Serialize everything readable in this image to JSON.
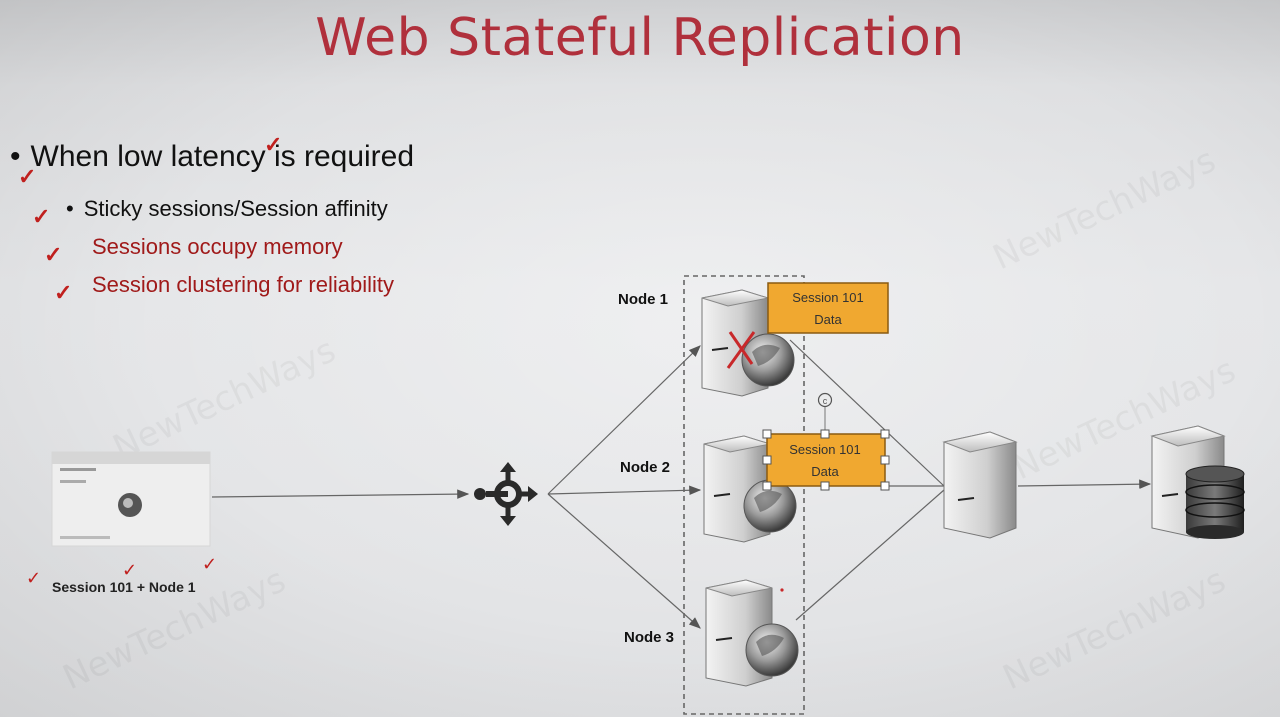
{
  "title": "Web Stateful Replication",
  "bullets": {
    "main": "When low latency is required",
    "sub": [
      {
        "text": "Sticky sessions/Session affinity",
        "color": "#111111"
      },
      {
        "text": "Sessions occupy memory",
        "color": "#a01a1a"
      },
      {
        "text": "Session clustering for reliability",
        "color": "#a01a1a"
      }
    ]
  },
  "diagram": {
    "nodes": [
      "Node 1",
      "Node 2",
      "Node 3"
    ],
    "session_box": {
      "line1": "Session 101",
      "line2": "Data",
      "color": "#f0a830"
    },
    "client_label": "Session 101 + Node 1",
    "watermark": "NewTechWays",
    "icons": [
      "browser-window-icon",
      "load-balancer-icon",
      "web-server-icon",
      "app-server-icon",
      "database-server-icon",
      "failure-cross-icon",
      "copyright-icon"
    ]
  }
}
